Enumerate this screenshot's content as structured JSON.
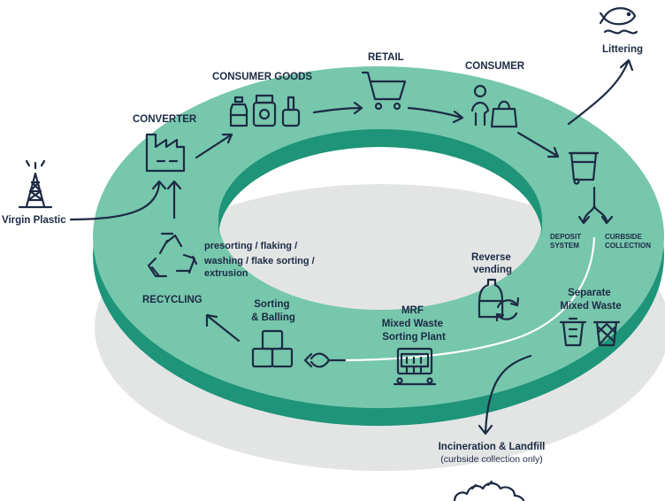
{
  "nodes": {
    "virgin_plastic": "Virgin Plastic",
    "converter": "CONVERTER",
    "consumer_goods": "CONSUMER GOODS",
    "retail": "RETAIL",
    "consumer": "CONSUMER",
    "littering": "Littering",
    "deposit_system": [
      "DEPOSIT",
      "SYSTEM"
    ],
    "curbside_collection": [
      "CURBSIDE",
      "COLLECTION"
    ],
    "reverse_vending": [
      "Reverse",
      "vending"
    ],
    "separate_mixed_waste": [
      "Separate",
      "Mixed Waste"
    ],
    "mrf": [
      "MRF",
      "Mixed Waste",
      "Sorting Plant"
    ],
    "sorting_balling": [
      "Sorting",
      "& Balling"
    ],
    "recycling": "RECYCLING",
    "recycling_steps": [
      "presorting / flaking /",
      "washing / flake sorting /",
      "extrusion"
    ],
    "incineration": "Incineration & Landfill",
    "incineration_note": "(curbside collection only)"
  },
  "colors": {
    "ring_top": "#76c7ac",
    "ring_side": "#1e9478",
    "shadow": "#e3e5e5",
    "ink": "#1d2a44",
    "path": "#ffffff"
  }
}
